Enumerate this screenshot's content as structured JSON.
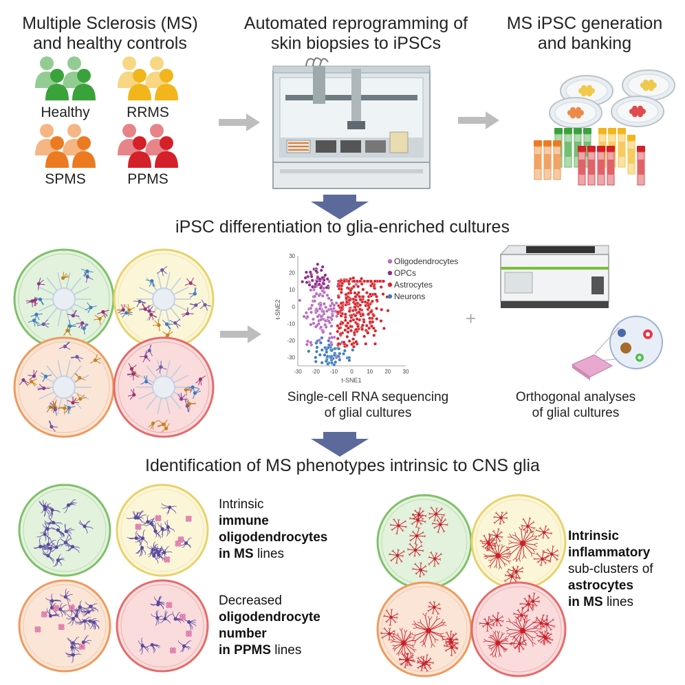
{
  "top": {
    "step1": {
      "line1": "Multiple Sclerosis (MS)",
      "line2": "and healthy controls"
    },
    "step2": {
      "line1": "Automated reprogramming of",
      "line2": "skin biopsies to iPSCs"
    },
    "step3": {
      "line1": "MS iPSC generation",
      "line2": "and banking"
    }
  },
  "groups": [
    {
      "label": "Healthy",
      "color": "#3aa23a"
    },
    {
      "label": "RRMS",
      "color": "#f2b51c"
    },
    {
      "label": "SPMS",
      "color": "#ec7a20"
    },
    {
      "label": "PPMS",
      "color": "#d42028"
    }
  ],
  "middle": {
    "title": "iPSC differentiation to glia-enriched cultures",
    "scrna": {
      "line1": "Single-cell RNA sequencing",
      "line2": "of glial cultures"
    },
    "orthogonal": {
      "line1": "Orthogonal analyses",
      "line2": "of glial cultures"
    },
    "plus": "+"
  },
  "chart_data": {
    "type": "scatter",
    "xlabel": "t-SNE1",
    "ylabel": "t-SNE2",
    "xlim": [
      -30,
      30
    ],
    "ylim": [
      -35,
      30
    ],
    "xticks": [
      -30,
      -20,
      -10,
      0,
      10,
      20,
      30
    ],
    "yticks": [
      30,
      20,
      10,
      0,
      -10,
      -20,
      -30
    ],
    "series": [
      {
        "name": "Oligodendrocytes",
        "color": "#b86cc0"
      },
      {
        "name": "OPCs",
        "color": "#8e2a86"
      },
      {
        "name": "Astrocytes",
        "color": "#d8232a"
      },
      {
        "name": "Neurons",
        "color": "#3b7dc2"
      }
    ],
    "legend": "top-right"
  },
  "bottom": {
    "title": "Identification of MS phenotypes intrinsic to CNS glia",
    "note1": {
      "l1": "Intrinsic",
      "l2": "immune",
      "l3": "oligodendrocytes",
      "l4a": "in MS",
      "l4b": " lines"
    },
    "note2": {
      "l1": "Decreased",
      "l2": "oligodendrocyte",
      "l3": "number",
      "l4a": "in PPMS",
      "l4b": " lines"
    },
    "note3": {
      "l1": "Intrinsic",
      "l2": "inflammatory",
      "l3": "sub-clusters of",
      "l4": "astrocytes",
      "l5a": "in MS",
      "l5b": " lines"
    }
  },
  "colors": {
    "arrow_gray": "#b9b9b9",
    "arrow_blue": "#5b6a9a",
    "dish_green": "#e3f2dd",
    "dish_yellow": "#fbf6d8",
    "dish_orange": "#fbe5d6",
    "dish_red": "#fadcdc"
  }
}
